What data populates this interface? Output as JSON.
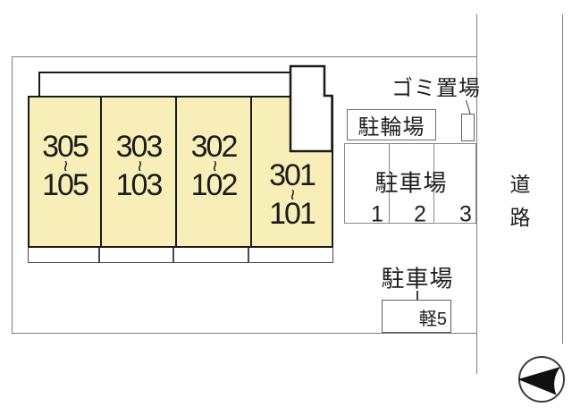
{
  "building": {
    "units": [
      {
        "upper": "305",
        "lower": "105"
      },
      {
        "upper": "303",
        "lower": "103"
      },
      {
        "upper": "302",
        "lower": "102"
      },
      {
        "upper": "301",
        "lower": "101"
      }
    ],
    "separator": "~"
  },
  "bicycle_area": {
    "label": "駐輪場"
  },
  "garbage_area": {
    "label": "ゴミ置場"
  },
  "parking_main": {
    "label": "駐車場",
    "stalls": [
      "1",
      "2",
      "3"
    ]
  },
  "parking_kei": {
    "label": "駐車場",
    "stall": "軽5"
  },
  "road": {
    "label": "道路",
    "chars": [
      "道",
      "路"
    ]
  },
  "compass": {
    "icon": "north-arrow"
  },
  "colors": {
    "unit-fill": "#f7efb7",
    "building-line": "#1a1a1a",
    "boundary-line": "#7c7c7c",
    "parking-line": "#8a8a8a",
    "text": "#1f1f1f"
  }
}
